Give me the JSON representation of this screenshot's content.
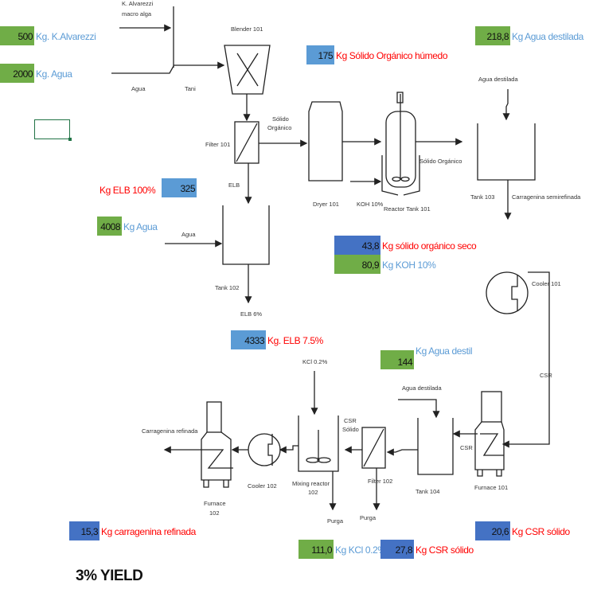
{
  "colors": {
    "input_cell": "#70ad47",
    "output_cell": "#5b9bd5",
    "output_cell_dark": "#4472c4",
    "blue_text": "#5b9bd5",
    "red_text": "#ff0000"
  },
  "cells": [
    {
      "value": "500",
      "label": "Kg. K.Alvarezzi"
    },
    {
      "value": "2000",
      "label": "Kg. Agua"
    },
    {
      "value": "175",
      "label": "Kg Sólido Orgánico húmedo"
    },
    {
      "value": "218,8",
      "label": "Kg Agua destilada"
    },
    {
      "value": "325",
      "label": "Kg ELB 100%"
    },
    {
      "value": "4008",
      "label": "Kg Agua"
    },
    {
      "value": "43,8",
      "label": "Kg sólido orgánico seco"
    },
    {
      "value": "80,9",
      "label": "Kg KOH 10%"
    },
    {
      "value": "4333",
      "label": "Kg. ELB 7.5%"
    },
    {
      "value": "144",
      "label": "Kg Agua destil"
    },
    {
      "value": "15,3",
      "label": "Kg carragenina refinada"
    },
    {
      "value": "111,0",
      "label": "Kg KCl 0.2%"
    },
    {
      "value": "27,8",
      "label": "Kg CSR sólido"
    },
    {
      "value": "20,6",
      "label": "Kg CSR sólido"
    }
  ],
  "yield": "3% YIELD",
  "diagram": {
    "k_alvarezzi": "K. Alvarezzi",
    "macro_alga": "macro alga",
    "blender": "Blender 101",
    "agua_1": "Agua",
    "tani": "Tani",
    "solido_organico_1": "Sólido",
    "solido_organico_1b": "Orgánico",
    "filter_101": "Filter 101",
    "elb": "ELB",
    "dryer": "Dryer 101",
    "koh": "KOH 10%",
    "reactor_tank": "Reactor Tank 101",
    "solido_organico_2": "Sólido Orgánico",
    "agua_destilada_1": "Agua destilada",
    "tank_103": "Tank 103",
    "carragenina_semi": "Carragenina semirefinada",
    "agua_2": "Agua",
    "tank_102": "Tank 102",
    "elb_6": "ELB 6%",
    "cooler_101": "Cooler 101",
    "csr_1": "CSR",
    "kcl": "KCl 0.2%",
    "agua_destilada_2": "Agua destilada",
    "csr_solido_a": "CSR",
    "csr_solido_b": "Sólido",
    "carragenina_refinada": "Carragenina refinada",
    "csr_2": "CSR",
    "cooler_102": "Cooler 102",
    "mixing_reactor": "Mixing reactor",
    "mixing_reactor_num": "102",
    "filter_102": "Filter 102",
    "tank_104": "Tank 104",
    "furnace_101": "Furnace 101",
    "furnace_102": "Furnace",
    "furnace_102_num": "102",
    "purga_1": "Purga",
    "purga_2": "Purga"
  }
}
